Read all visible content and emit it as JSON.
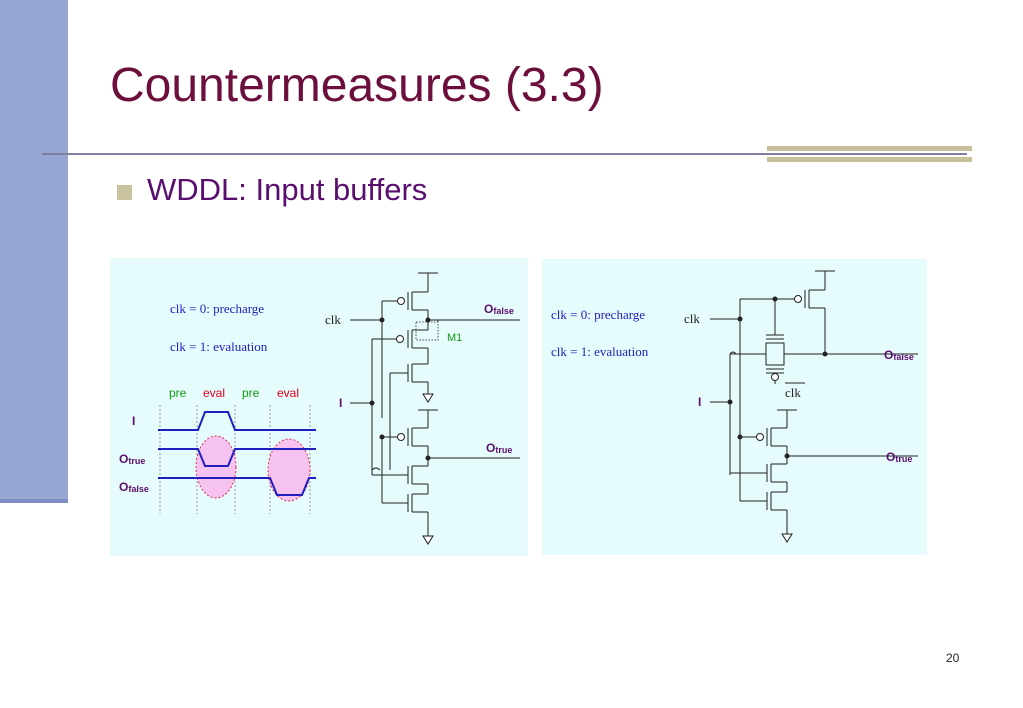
{
  "slide": {
    "title": "Countermeasures (3.3)",
    "bullet": "WDDL: Input buffers",
    "page_number": "20"
  },
  "left_panel": {
    "legend_precharge": "clk = 0: precharge",
    "legend_evaluation": "clk = 1: evaluation",
    "phases": [
      "pre",
      "eval",
      "pre",
      "eval"
    ],
    "signals": {
      "input": "I",
      "o_true_main": "O",
      "o_true_sub": "true",
      "o_false_main": "O",
      "o_false_sub": "false"
    },
    "circuit": {
      "clk": "clk",
      "input": "I",
      "transistor_label": "M1",
      "out_false_main": "O",
      "out_false_sub": "false",
      "out_true_main": "O",
      "out_true_sub": "true"
    },
    "colors": {
      "eval": "#e0001a",
      "pre": "#119b11",
      "waveform": "#1f1fbf",
      "ellipse_fill": "#f6c2f0",
      "ellipse_stroke": "#e0304a"
    }
  },
  "right_panel": {
    "legend_precharge": "clk = 0: precharge",
    "legend_evaluation": "clk = 1: evaluation",
    "circuit": {
      "clk": "clk",
      "clk_bar": "clk",
      "input": "I",
      "out_false_main": "O",
      "out_false_sub": "false",
      "out_true_main": "O",
      "out_true_sub": "true"
    }
  }
}
